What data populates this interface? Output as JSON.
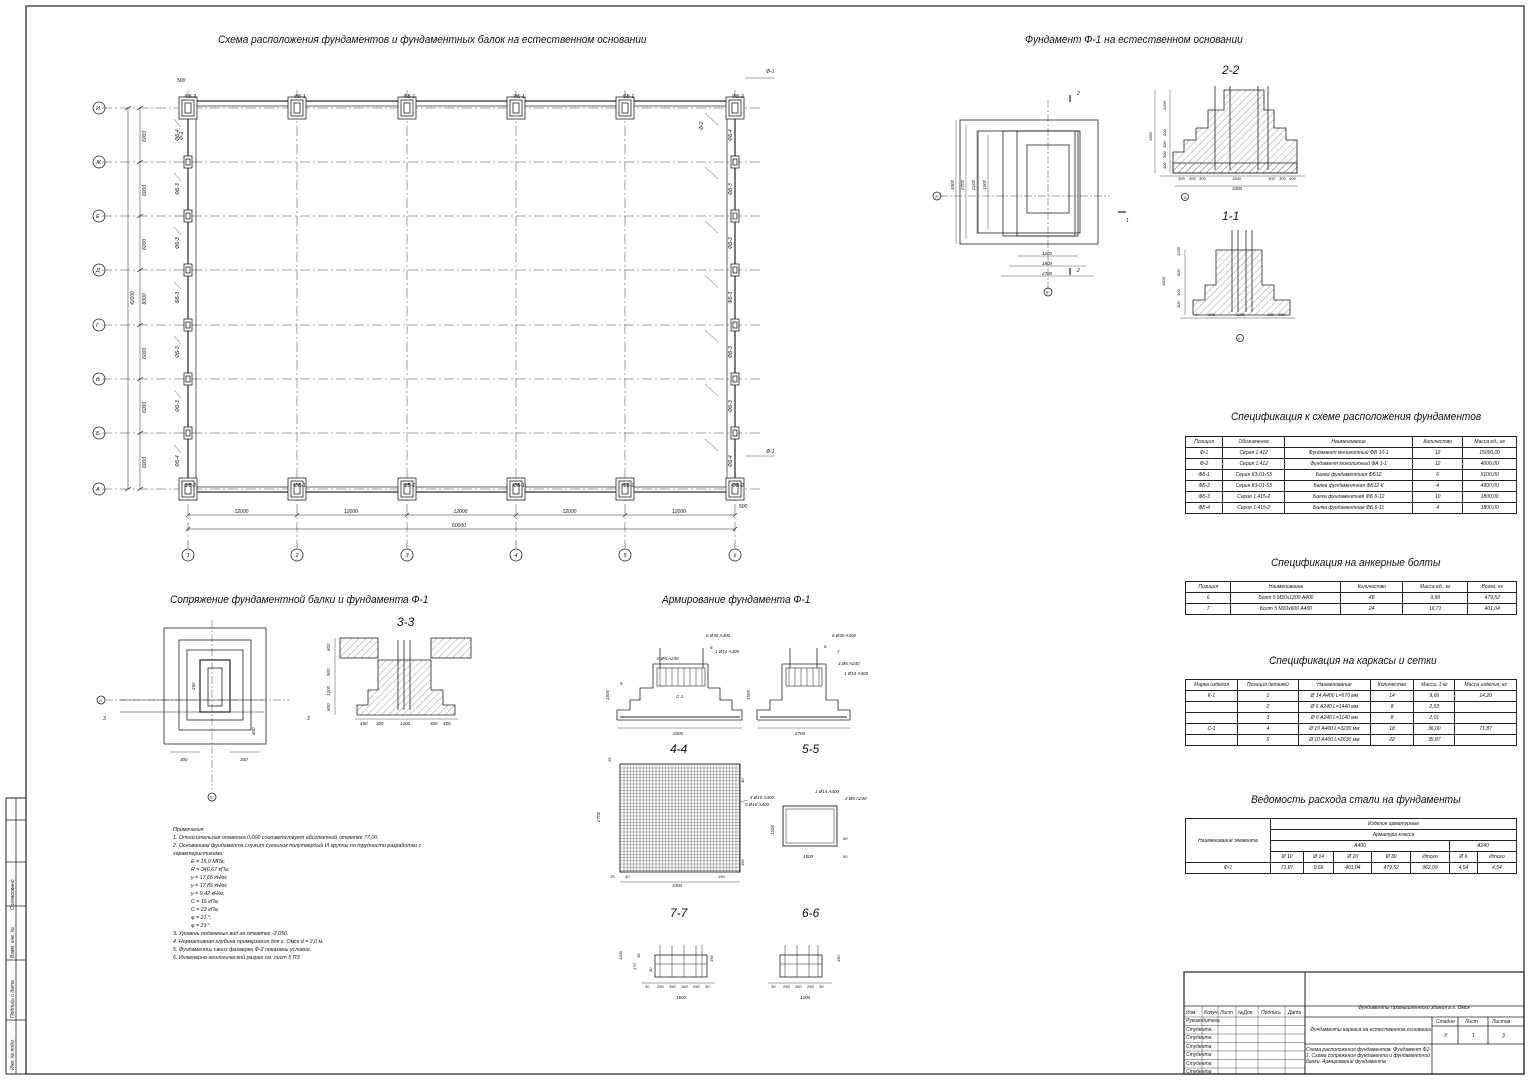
{
  "titles": {
    "plan": "Схема расположения фундаментов и фундаментных балок на естественном основании",
    "f1": "Фундамент Ф-1 на естественном основании",
    "joint": "Сопряжение фундаментной балки и фундамента Ф-1",
    "reinf": "Армирование фундамента Ф-1",
    "spec_found": "Спецификация к схеме расположения фундаментов",
    "spec_bolts": "Спецификация на анкерные болты",
    "spec_frames": "Спецификация на каркасы и сетки",
    "steel": "Ведомость расхода стали на фундаменты"
  },
  "sections": {
    "s22": "2-2",
    "s11": "1-1",
    "s33": "3-3",
    "s44": "4-4",
    "s55": "5-5",
    "s77": "7-7",
    "s66": "6-6"
  },
  "plan": {
    "axes_letters": [
      "И",
      "Ж",
      "Е",
      "Д",
      "Г",
      "В",
      "Б",
      "А"
    ],
    "axes_numbers": [
      "1",
      "2",
      "3",
      "4",
      "5",
      "6"
    ],
    "top_beams": [
      "ФБ-2",
      "ФБ-1",
      "ФБ-1",
      "ФБ-1",
      "ФБ-1",
      "ФБ-2"
    ],
    "side_beams": [
      "ФБ-4",
      "ФБ-3",
      "ФБ-3",
      "ФБ-3",
      "ФБ-3",
      "ФБ-3",
      "ФБ-4"
    ],
    "right_beams": [
      "ФБ-4",
      "ФБ-3",
      "ФБ-3",
      "ФБ-3",
      "ФБ-3",
      "ФБ-3",
      "ФБ-4"
    ],
    "left_dims": [
      "6000",
      "6000",
      "6000",
      "6000",
      "6000",
      "6000",
      "6000"
    ],
    "left_total": "42000",
    "bottom_dims": [
      "12000",
      "12000",
      "12000",
      "12000",
      "12000"
    ],
    "bottom_total": "60000",
    "f1": "Ф-1",
    "f2": "Ф-2",
    "d500": "500"
  },
  "f1view": {
    "plan_dims": [
      "3300",
      "2700",
      "2100",
      "1500"
    ],
    "bot_dims": [
      "1200",
      "1800",
      "2700"
    ],
    "axis_a": "А",
    "axis_5": "5",
    "cut1": "1",
    "cut2": "2",
    "s22_bottom": [
      "300",
      "300",
      "300",
      "1500",
      "300",
      "300",
      "300"
    ],
    "s22_total": "3300",
    "s22_left": [
      "1200",
      "600",
      "300",
      "300",
      "300",
      "1500"
    ],
    "s11_bottom": [
      "0",
      "300",
      "1200",
      "300",
      "450"
    ],
    "s11_left": [
      "1200",
      "900",
      "300",
      "300",
      "1500"
    ]
  },
  "joint": {
    "dims_top": [
      "600",
      "900",
      "1200",
      "600"
    ],
    "dims_bottom": [
      "450",
      "300",
      "1200",
      "300",
      "450"
    ],
    "plan_dims": [
      "300",
      "300",
      "250",
      "400"
    ],
    "axis_a": "А",
    "axis_5": "5",
    "cut": "3"
  },
  "reinf": {
    "labels_a": [
      "6 Ø30 А400",
      "1 Ø14 А400",
      "2 Ø6 А240"
    ],
    "labels_b": [
      "6 Ø30 А400",
      "3 Ø6 А240",
      "1 Ø14 А400"
    ],
    "marks_a": [
      "6",
      "5",
      "C-1"
    ],
    "marks_b": [
      "7",
      "6"
    ],
    "dim_a": "3300",
    "dim_b": "2700",
    "height": "1500",
    "mesh_labels": [
      "4 Ø10 А400",
      "5 Ø10 А400"
    ],
    "mesh_dims": [
      "3300",
      "2700",
      "35",
      "40",
      "150",
      "35",
      "40",
      "150"
    ],
    "frame_labels": [
      "1 Ø14 А400",
      "2 Ø6 А240"
    ],
    "frame_dims": [
      "1500",
      "1200",
      "50",
      "50"
    ],
    "s77_dims": [
      "30",
      "250",
      "350",
      "350",
      "250",
      "30",
      "1500"
    ],
    "s66_dims": [
      "30",
      "250",
      "350",
      "250",
      "30",
      "1200"
    ],
    "side_dims": [
      "1200",
      "35",
      "150",
      "150",
      "170",
      "40"
    ]
  },
  "spec_found": {
    "headers": [
      "Позиция",
      "Обозначение",
      "Наименование",
      "Количество",
      "Масса ед., кг"
    ],
    "rows": [
      [
        "Ф-1",
        "Серия 1.412",
        "Фундамент монолитный ФВ 10-1",
        "12",
        "15000,00"
      ],
      [
        "Ф-2",
        "Серия 1.412",
        "Фундамент монолитный ФА 1-1",
        "12",
        "4000,00"
      ],
      [
        "ФБ-1",
        "Серия К3-01-53",
        "Балка фундаментная ФБ12",
        "6",
        "5100,00"
      ],
      [
        "ФБ-2",
        "Серия К3-01-53",
        "Балка фундаментная ФБ12-К",
        "4",
        "4900,00"
      ],
      [
        "ФБ-3",
        "Серия 1.415-2",
        "Балка фундаментная ФБ 6-12",
        "10",
        "1800,00"
      ],
      [
        "ФБ-4",
        "Серия 1.415-2",
        "Балка фундаментная ФБ 6-11",
        "4",
        "1800,00"
      ]
    ]
  },
  "spec_bolts": {
    "headers": [
      "Позиция",
      "Наименование",
      "Количество",
      "Масса ед., кг",
      "Всего, кг"
    ],
    "rows": [
      [
        "6",
        "Болт 5 М30х1200 А400",
        "48",
        "9,99",
        "479,52"
      ],
      [
        "7",
        "Болт 5 М20х600 А400",
        "24",
        "16,71",
        "401,04"
      ]
    ]
  },
  "spec_frames": {
    "headers": [
      "Марка изделия",
      "Позиция деталей",
      "Наименование",
      "Количество",
      "Масса, 1 кг",
      "Масса изделия, кг"
    ],
    "rows": [
      [
        "К-1",
        "1",
        "Ø 14 А400 L=570 мм",
        "14",
        "9,66",
        "14,20"
      ],
      [
        "",
        "2",
        "Ø 6 А240 L=1440 мм",
        "8",
        "2,53",
        ""
      ],
      [
        "",
        "3",
        "Ø 6 А240 L=1140 мм",
        "8",
        "2,01",
        ""
      ],
      [
        "С-1",
        "4",
        "Ø 10 А400 L=3230 мм",
        "18",
        "36,00",
        "71,87"
      ],
      [
        "",
        "5",
        "Ø 10 А400 L=2630 мм",
        "22",
        "35,87",
        ""
      ]
    ]
  },
  "steel": {
    "h_element": "Наименование элемента",
    "h_items": "Изделия арматурные",
    "h_class": "Арматура класса",
    "h_a400": "А400",
    "h_a240": "А240",
    "cols": [
      "Ø 10",
      "Ø 14",
      "Ø 20",
      "Ø 30",
      "Итого",
      "Ø 6",
      "Итого"
    ],
    "row": [
      "Ф-1",
      "71,87",
      "9,66",
      "401,04",
      "479,52",
      "962,09",
      "4,54",
      "4,54"
    ]
  },
  "notes": {
    "title": "Примечания",
    "items": [
      "1. Относительная отметка 0,000 соответствует абсолютной отметке 77,00.",
      "2. Основанием фундамента служит суглинок полутвердый III группы по трудности разработки с",
      "характеристиками:"
    ],
    "params": [
      "E = 15,0 МПа;",
      "R = 340,67 кПа;",
      "γ = 17,66 кН/м;",
      "γ = 17,85 кН/м;",
      "γ = 9,42 кН/м;",
      "C = 15 кПа;",
      "C = 23 кПа;",
      "φ = 21 °;",
      "φ = 23 °."
    ],
    "tail": [
      "3. Уровень подземных вод на отметке -2,050.",
      "4. Нормативная глубина промерзания для г. Омск d = 2,0 м.",
      "5. Фундаменты своих фахверка Ф-2 показаны условно.",
      "6. Инженерно-геологический разрез см. лист 5 ПЗ"
    ]
  },
  "stamp": {
    "project": "Фундаменты промышленного здания в г. Омск",
    "headers": [
      "Изм.",
      "Колуч.",
      "Лист",
      "№Док.",
      "Подпись",
      "Дата"
    ],
    "roles": [
      "Руководитель",
      "Студента",
      "Студента",
      "Студента",
      "Студента",
      "Студента",
      "Студента"
    ],
    "sheet_title": "Фундаменты каркаса на естественном основании",
    "stage_h": [
      "Стадия",
      "Лист",
      "Листов"
    ],
    "stage_v": [
      "У",
      "1",
      "3"
    ],
    "content": "Схема расположения фундаментов. Фундамент Ф1-1. Схема сопряжения фундамента и фундаментной балки. Армирование фундамента",
    "side": [
      "Согласовано",
      "Взам. инв. №",
      "Подпись и дата",
      "Инв. № подл."
    ]
  }
}
